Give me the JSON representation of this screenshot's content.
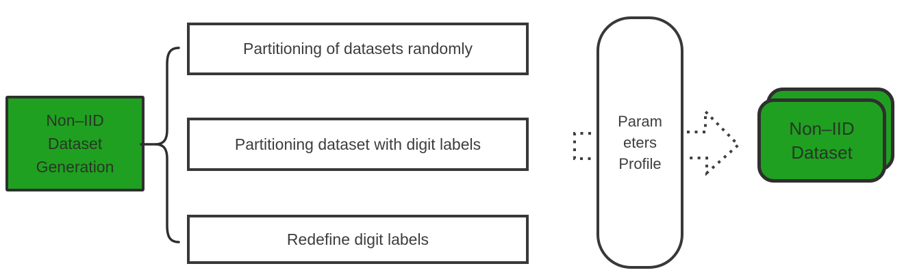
{
  "palette": {
    "green": "#20a020",
    "green_border": "#2f2f2f",
    "box_border": "#383838",
    "text_dark": "#3d3d3d",
    "text_on_green": "#263726",
    "dotted": "#3f3f3f",
    "bg": "#ffffff"
  },
  "generator_box": {
    "line1": "Non–IID",
    "line2": "Dataset",
    "line3": "Generation"
  },
  "methods": [
    {
      "label": "Partitioning of datasets randomly"
    },
    {
      "label": "Partitioning dataset with digit labels"
    },
    {
      "label": "Redefine digit labels"
    }
  ],
  "profile_pill": {
    "line1": "Param",
    "line2": "eters",
    "line3": "Profile"
  },
  "output_box": {
    "line1": "Non–IID",
    "line2": "Dataset"
  }
}
